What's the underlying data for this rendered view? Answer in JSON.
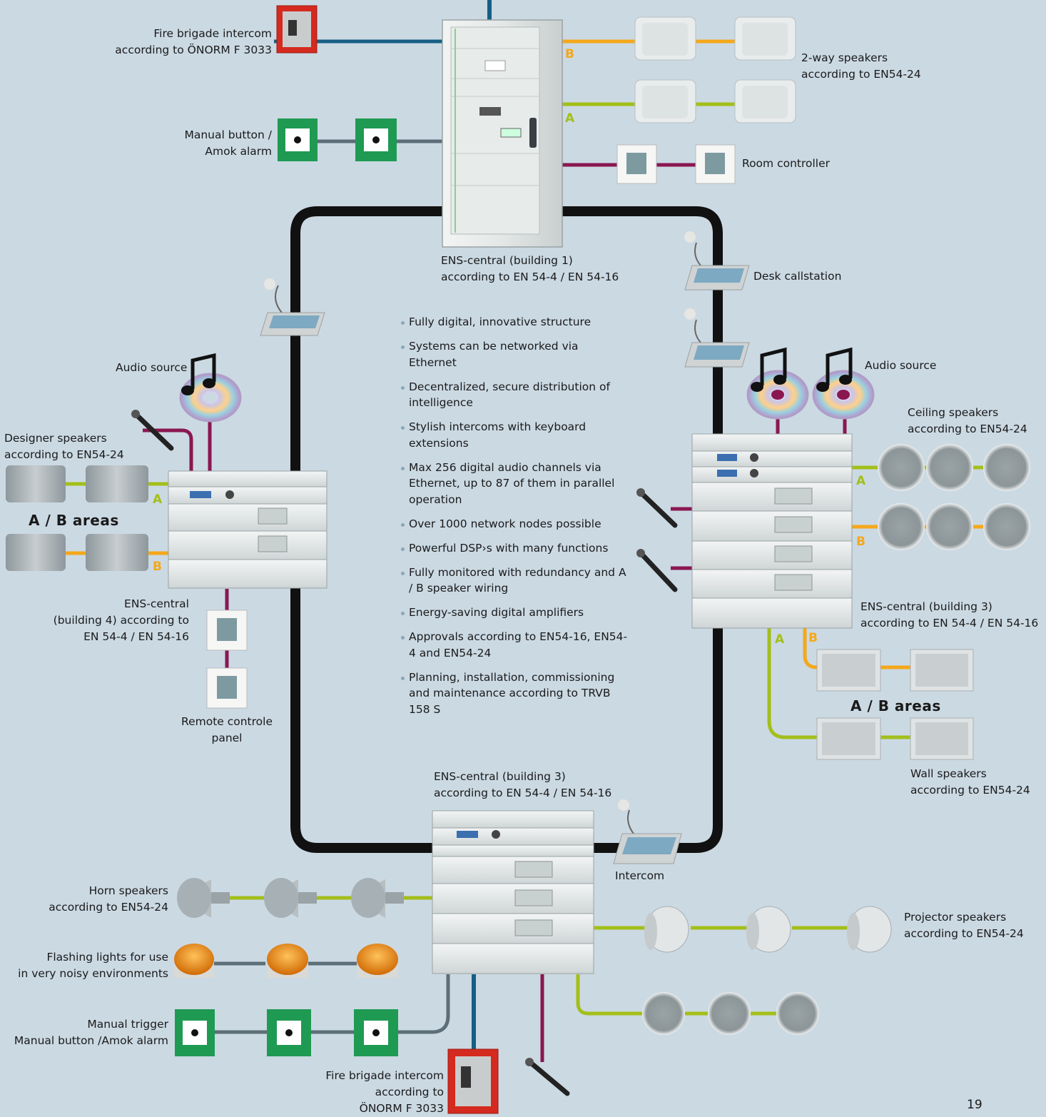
{
  "labels": {
    "fire_intercom_top_l1": "Fire brigade intercom",
    "fire_intercom_top_l2": "according to ÖNORM F 3033",
    "manual_button_l1": "Manual button /",
    "manual_button_l2": "Amok alarm",
    "two_way_l1": "2-way speakers",
    "two_way_l2": "according to EN54-24",
    "room_controller": "Room controller",
    "ens_b1_l1": "ENS-central (building 1)",
    "ens_b1_l2": "according to EN 54-4 / EN 54-16",
    "desk_callstation": "Desk callstation",
    "audio_source_left": "Audio source",
    "audio_source_right": "Audio source",
    "designer_l1": "Designer speakers",
    "designer_l2": "according to EN54-24",
    "ab_areas_left": "A / B areas",
    "ceiling_l1": "Ceiling speakers",
    "ceiling_l2": "according to EN54-24",
    "ens_b4_l1": "ENS-central",
    "ens_b4_l2": "(building 4) according to",
    "ens_b4_l3": "EN 54-4 / EN 54-16",
    "remote_l1": "Remote controle",
    "remote_l2": "panel",
    "ens_b3r_l1": "ENS-central (building 3)",
    "ens_b3r_l2": "according to EN 54-4 / EN 54-16",
    "ab_areas_right": "A / B areas",
    "wall_l1": "Wall speakers",
    "wall_l2": "according to EN54-24",
    "ens_b3b_l1": "ENS-central (building 3)",
    "ens_b3b_l2": "according to EN 54-4 / EN 54-16",
    "intercom": "Intercom",
    "horn_l1": "Horn speakers",
    "horn_l2": "according to EN54-24",
    "projector_l1": "Projector speakers",
    "projector_l2": "according to EN54-24",
    "flashing_l1": "Flashing lights for use",
    "flashing_l2": "in very noisy environments",
    "manual_trigger_l1": "Manual trigger",
    "manual_trigger_l2": "Manual button /Amok alarm",
    "fire_intercom_bot_l1": "Fire brigade intercom",
    "fire_intercom_bot_l2": "according to",
    "fire_intercom_bot_l3": "ÖNORM F 3033"
  },
  "line_tags": {
    "A": "A",
    "B": "B"
  },
  "bullets": [
    "Fully digital, innovative structure",
    "Systems can be networked via Ethernet",
    "Decentralized, secure distribution of intelligence",
    "Stylish intercoms with keyboard extensions",
    "Max 256 digital audio channels via Ethernet, up to 87 of them in parallel operation",
    "Over 1000 network nodes possible",
    "Powerful DSP›s with many functions",
    "Fully monitored with redundancy and A / B speaker wiring",
    "Energy-saving digital amplifiers",
    "Approvals according to EN54-16, EN54-4 and EN54-24",
    "Planning, installation, commissioning and maintenance according to TRVB 158 S"
  ],
  "page_number": "19",
  "colors": {
    "background": "#cbd9e3",
    "line_a_green": "#a3bf1a",
    "line_b_orange": "#f4a81b",
    "line_ethernet_black": "#111111",
    "line_blue": "#165e84",
    "line_grey": "#5c6e78",
    "line_magenta": "#8a1750"
  }
}
